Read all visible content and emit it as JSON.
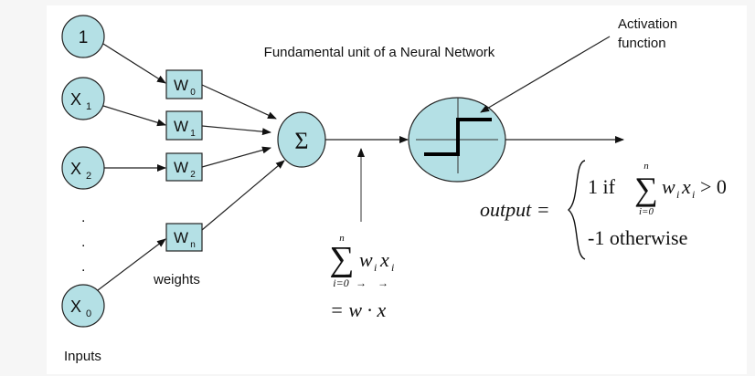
{
  "title": "Fundamental unit of a Neural Network",
  "colors": {
    "node_fill": "#b4e0e5",
    "stroke": "#222222",
    "background": "#ffffff"
  },
  "inputs": {
    "label": "Inputs",
    "nodes": [
      {
        "main": "1",
        "sub": ""
      },
      {
        "main": "X",
        "sub": "1"
      },
      {
        "main": "X",
        "sub": "2"
      },
      {
        "main": "X",
        "sub": "0"
      }
    ],
    "ellipsis": "."
  },
  "weights": {
    "label": "weights",
    "boxes": [
      {
        "main": "W",
        "sub": "0"
      },
      {
        "main": "W",
        "sub": "1"
      },
      {
        "main": "W",
        "sub": "2"
      },
      {
        "main": "W",
        "sub": "n"
      }
    ]
  },
  "summation": {
    "symbol": "Σ"
  },
  "activation": {
    "label_line1": "Activation",
    "label_line2": "function"
  },
  "sum_formula": {
    "sigma": "∑",
    "upper": "n",
    "lower": "i=0",
    "term_w": "w",
    "term_x": "x",
    "sub_i": "i",
    "vector_arrow": "→",
    "equals": "= w · x"
  },
  "output_formula": {
    "lhs": "output =",
    "case1_prefix": "1 if",
    "case1_sigma": "∑",
    "case1_upper": "n",
    "case1_lower": "i=0",
    "case1_term_w": "w",
    "case1_term_x": "x",
    "case1_sub": "i",
    "case1_suffix": "> 0",
    "case2": "-1 otherwise"
  }
}
